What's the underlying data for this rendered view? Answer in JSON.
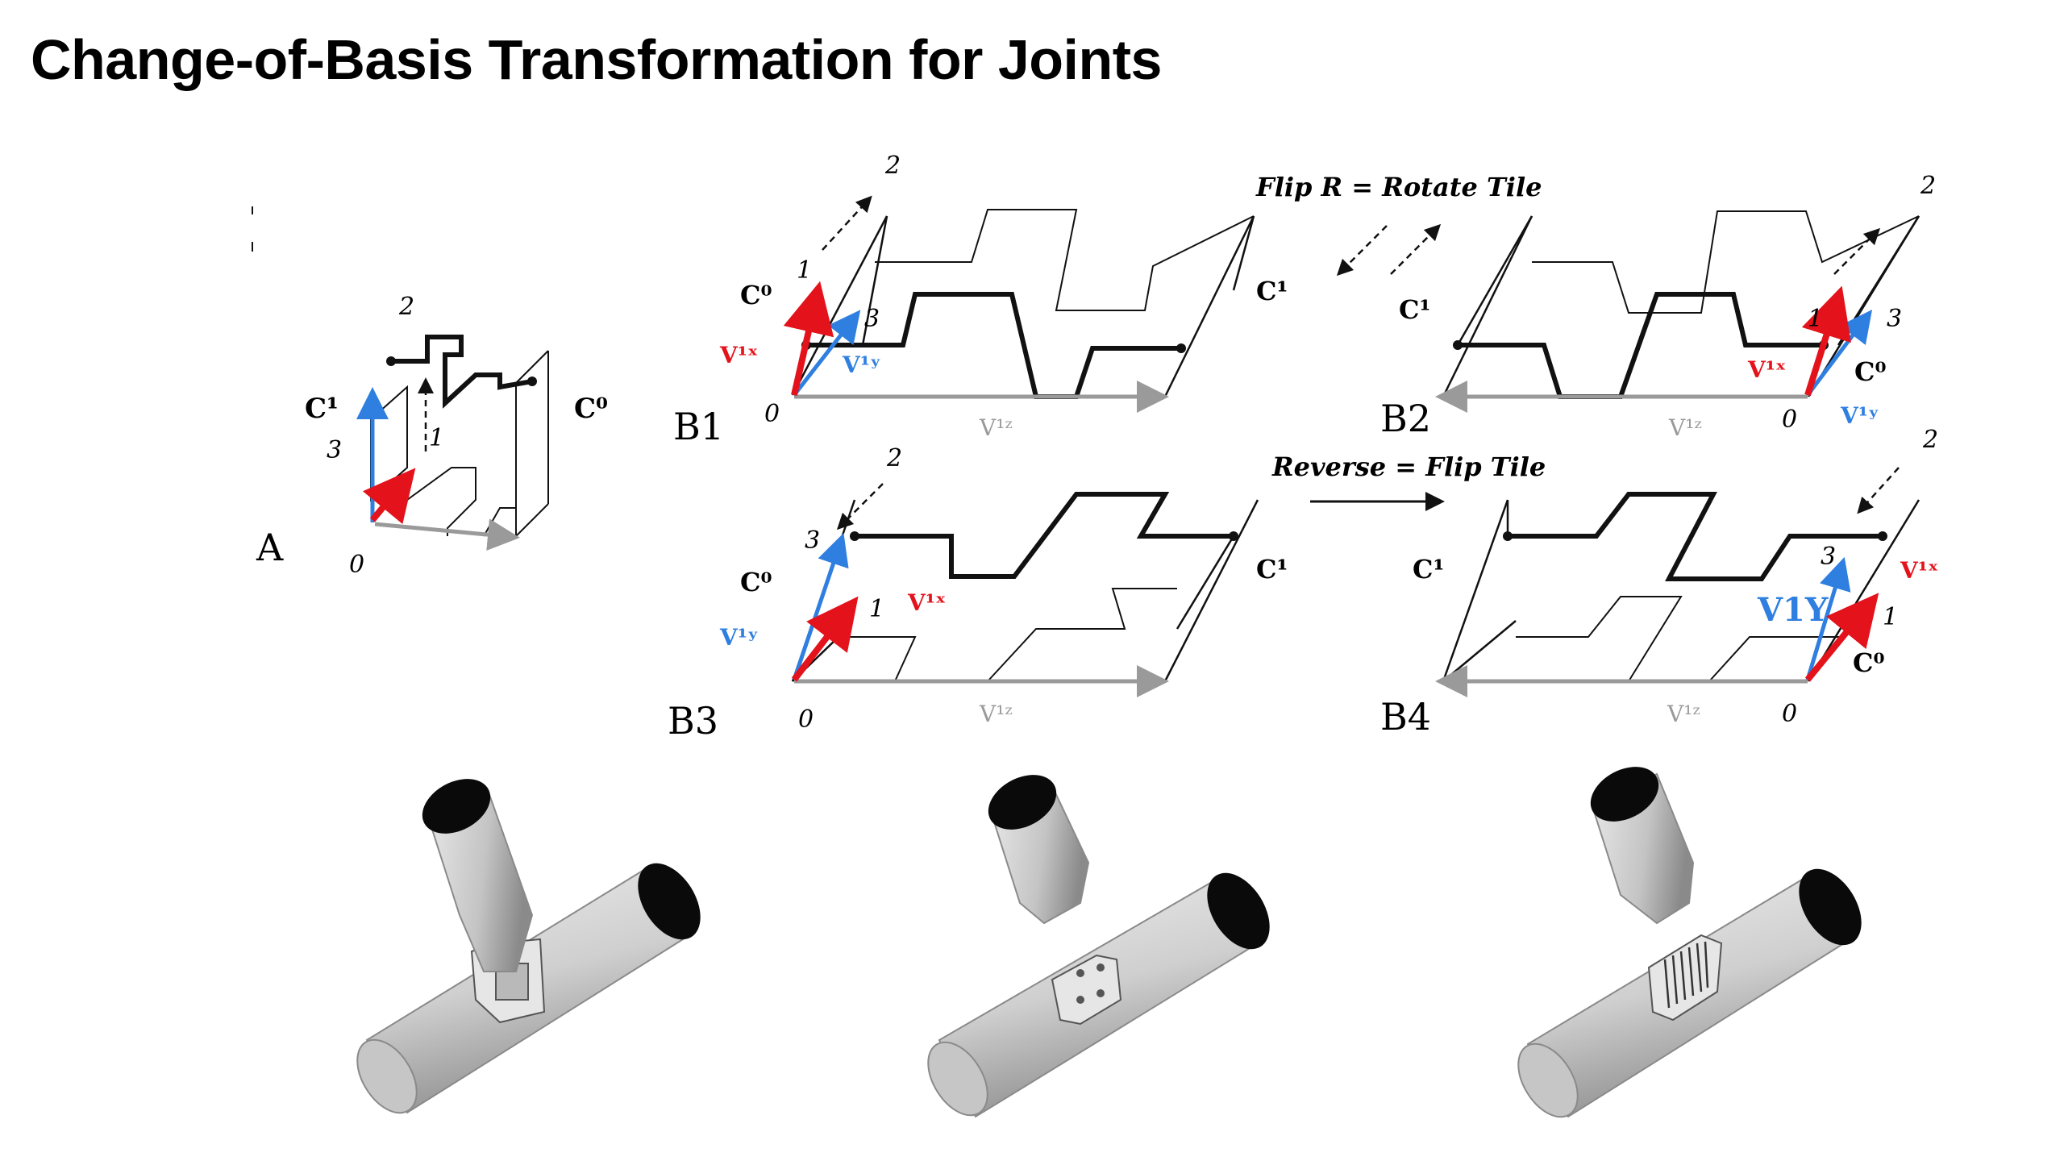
{
  "slide": {
    "title": "Change-of-Basis Transformation for Joints"
  },
  "panels": {
    "A": {
      "label": "A",
      "c_left": "C¹",
      "c_right": "C⁰",
      "n0": "0",
      "n1": "1",
      "n2": "2",
      "n3": "3"
    },
    "B1": {
      "label": "B1",
      "c_left": "C⁰",
      "c_right": "C¹",
      "vx": "V¹ˣ",
      "vy": "V¹ʸ",
      "vz": "V¹ᶻ",
      "n0": "0",
      "n1": "1",
      "n2": "2",
      "n3": "3"
    },
    "B2": {
      "label": "B2",
      "c_left": "C¹",
      "c_right": "C⁰",
      "vx": "V¹ˣ",
      "vy": "V¹ʸ",
      "vz": "V¹ᶻ",
      "n0": "0",
      "n1": "1",
      "n2": "2",
      "n3": "3"
    },
    "B3": {
      "label": "B3",
      "c_left": "C⁰",
      "c_right": "C¹",
      "vx": "V¹ˣ",
      "vy": "V¹ʸ",
      "vz": "V¹ᶻ",
      "n0": "0",
      "n1": "1",
      "n2": "2",
      "n3": "3"
    },
    "B4": {
      "label": "B4",
      "c_left": "C¹",
      "c_right": "C⁰",
      "vx": "V¹ˣ",
      "vy": "V1Y",
      "vz": "V¹ᶻ",
      "n0": "0",
      "n1": "1",
      "n2": "2",
      "n3": "3"
    }
  },
  "annotations": {
    "flip": "Flip R = Rotate Tile",
    "reverse": "Reverse = Flip Tile"
  },
  "colors": {
    "x_axis": "#e3121b",
    "y_axis": "#2f7fe0",
    "z_axis": "#9a9a9a",
    "ink": "#111111",
    "tube_light": "#d6d6d6",
    "tube_dark": "#9c9c9c",
    "tube_cap": "#0a0a0a"
  }
}
